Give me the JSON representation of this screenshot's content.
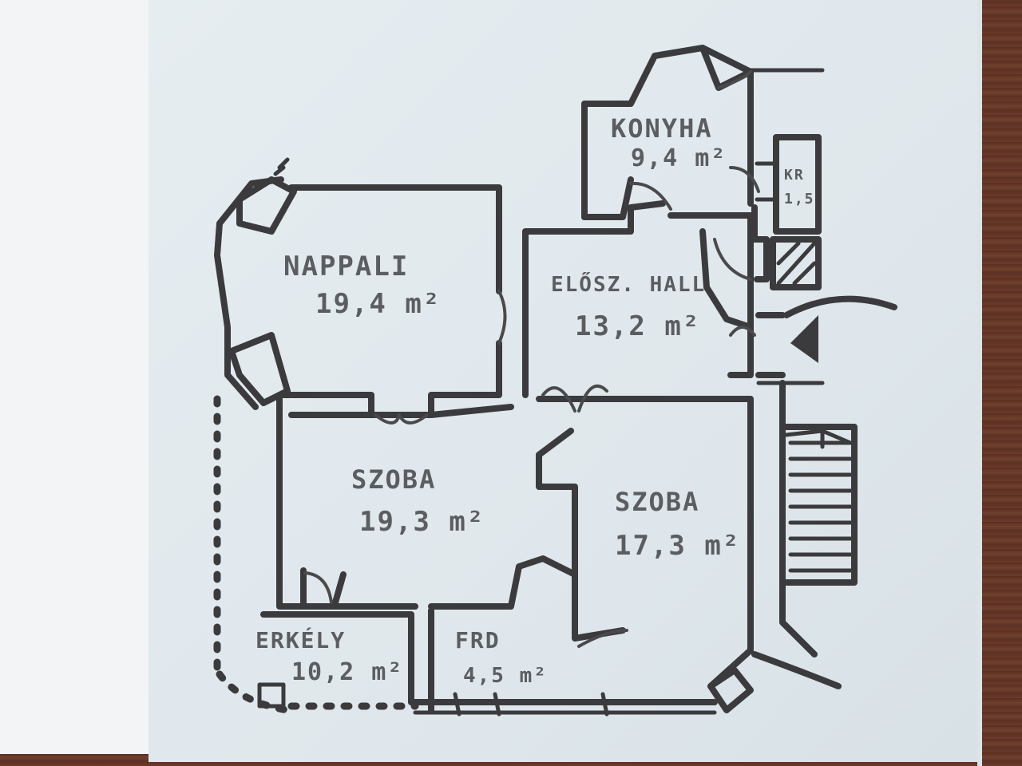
{
  "rooms": [
    {
      "id": "konyha",
      "name": "KONYHA",
      "area": "9,4 m²"
    },
    {
      "id": "kamra",
      "name": "KR",
      "area": "1,5"
    },
    {
      "id": "nappali",
      "name": "NAPPALI",
      "area": "19,4 m²"
    },
    {
      "id": "eloszoba",
      "name": "ELŐSZ. HALL",
      "area": "13,2 m²"
    },
    {
      "id": "szoba1",
      "name": "SZOBA",
      "area": "19,3 m²"
    },
    {
      "id": "szoba2",
      "name": "SZOBA",
      "area": "17,3 m²"
    },
    {
      "id": "erkely",
      "name": "ERKÉLY",
      "area": "10,2 m²"
    },
    {
      "id": "furdo",
      "name": "FRD",
      "area": "4,5 m²"
    }
  ],
  "colors": {
    "ink": "#3b3b3d",
    "paper": "#e3eaee",
    "wood": "#5c3124"
  },
  "icons": {
    "entrance": "triangle-arrow-icon",
    "stairs": "stairs-icon"
  }
}
